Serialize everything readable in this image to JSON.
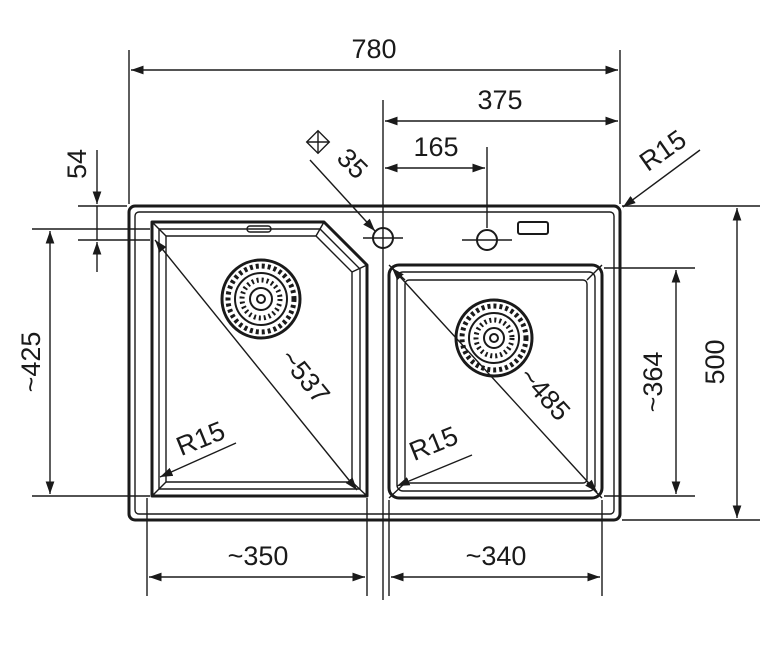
{
  "diagram": {
    "dimensions": {
      "overall_width": "780",
      "right_width": "375",
      "tap_offset": "165",
      "hole_diameter": "35",
      "corner_radius_outer": "R15",
      "top_margin": "54",
      "left_bowl_depth": "~425",
      "overall_depth": "500",
      "right_bowl_depth": "~364",
      "left_bowl_diagonal": "~537",
      "right_bowl_diagonal": "~485",
      "left_bowl_radius": "R15",
      "right_bowl_radius": "R15",
      "left_bowl_width": "~350",
      "right_bowl_width": "~340"
    }
  }
}
